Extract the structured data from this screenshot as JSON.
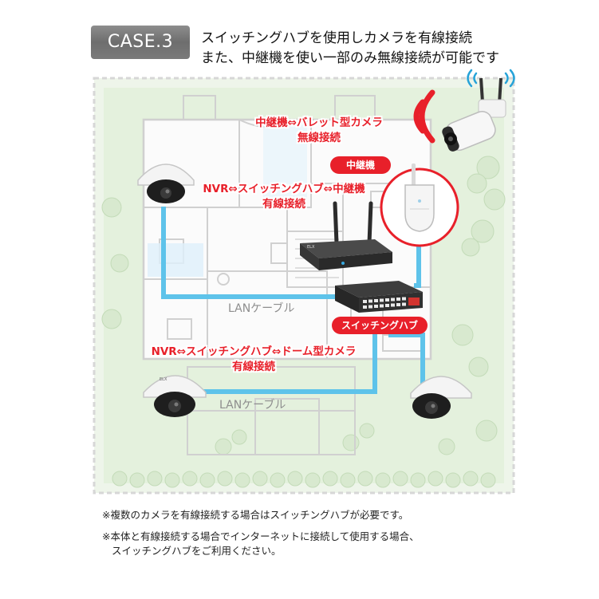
{
  "case_label": "CASE.3",
  "headline": {
    "line1": "スイッチングハブを使用しカメラを有線接続",
    "line2": "また、中継機を使い一部のみ無線接続が可能です"
  },
  "annotations": {
    "repeater_bullet": {
      "line1": "中継機⇔バレット型カメラ",
      "line2": "無線接続"
    },
    "nvr_repeater": {
      "line1": "NVR⇔スイッチングハブ⇔中継機",
      "line2": "有線接続"
    },
    "nvr_dome": {
      "line1": "NVR⇔スイッチングハブ⇔ドーム型カメラ",
      "line2": "有線接続"
    }
  },
  "pills": {
    "repeater": "中継機",
    "switching_hub": "スイッチングハブ"
  },
  "lan_labels": {
    "upper": "LANケーブル",
    "lower": "LANケーブル"
  },
  "device_logos": {
    "nvr": "ELX",
    "camera": "ELX"
  },
  "notes": {
    "note1": "※複数のカメラを有線接続する場合はスイッチングハブが必要です。",
    "note2_line1": "※本体と有線接続する場合でインターネットに接続して使用する場合、",
    "note2_line2": "スイッチングハブをご利用ください。"
  },
  "colors": {
    "cable": "#5ec3ea",
    "accent_red": "#e8202a",
    "plan_line": "#cfcfcf",
    "lawn": "#e4f1dd",
    "badge": "#7a7a7a"
  }
}
